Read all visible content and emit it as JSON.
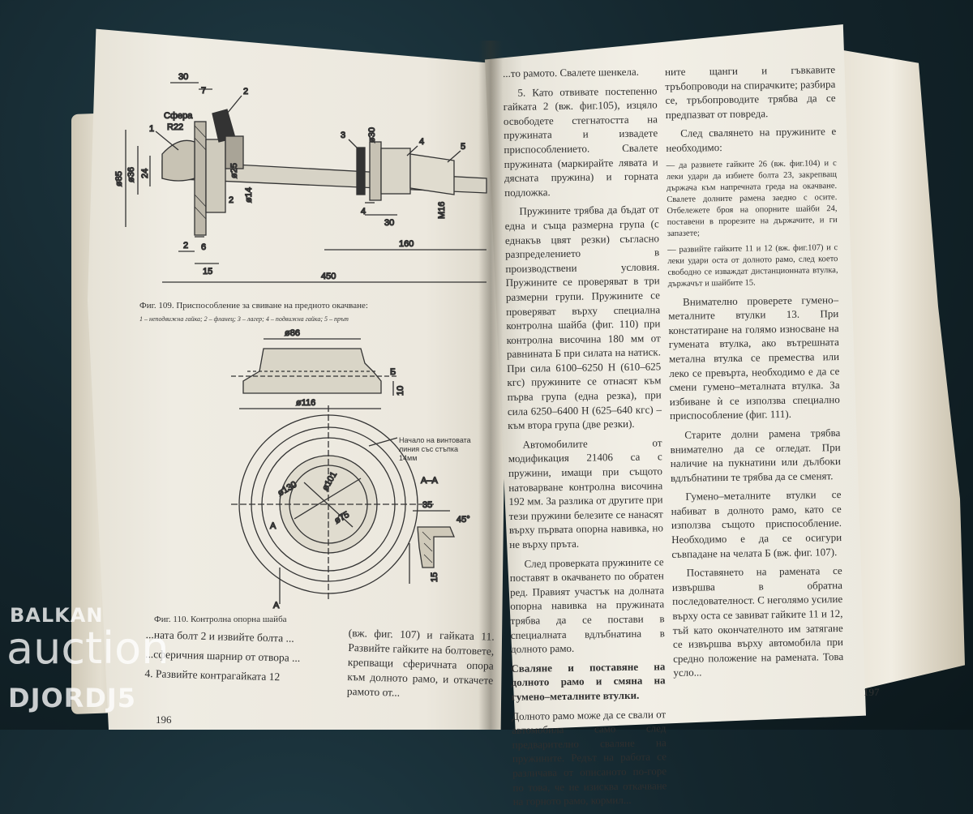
{
  "fig109": {
    "dims": {
      "d30": "30",
      "d7": "7",
      "sphere": "Сфера",
      "r22": "R22",
      "d85": "ø85",
      "d36": "ø36",
      "d24": "24",
      "d25": "ø25",
      "d14": "ø14",
      "d2a": "2",
      "d2b": "2",
      "d6": "6",
      "d15": "15",
      "d30b": "ø30",
      "d4": "4",
      "d30c": "30",
      "m16": "M16",
      "d160": "160",
      "d450": "450"
    },
    "labels": [
      "1",
      "2",
      "3",
      "4",
      "5"
    ],
    "caption": "Фиг. 109. Приспособление за свиване на предното окачване:",
    "legend": "1 – неподвижна гайка; 2 – фланец; 3 – лагер; 4 – подвижна гайка; 5 – прът"
  },
  "fig110": {
    "dims": {
      "d86": "ø86",
      "b": "Б",
      "d10": "10",
      "d116": "ø116",
      "d101": "ø101",
      "d130": "ø130",
      "d75": "ø75",
      "a": "А",
      "a2": "А",
      "aa": "А–А",
      "d35": "35",
      "deg45": "45°",
      "d15": "15",
      "note": "Начало на винтовата линия със стъпка 14мм"
    },
    "caption": "Фиг. 110. Контролна опорна шайба"
  },
  "left_bottom": {
    "col1": [
      "...ната болт 2 и извийте болта ...",
      "...сферичния шарнир от отвора ...",
      "4. Развийте контрагайката 12"
    ],
    "col2": "(вж. фиг. 107) и гайката 11. Развийте гайките на болтовете, крепващи сферичната опора към долното рамо, и откачете рамото от..."
  },
  "middle_col": {
    "p1": "...то рамото. Свалете шенкела.",
    "p2": "5. Като отвивате постепенно гайката 2 (вж. фиг.105), изцяло освободете стегнатостта на пружината и извадете приспособлението. Свалете пружината (маркирайте лявата и дясната пружина) и горната подложка.",
    "p3": "Пружините трябва да бъдат от една и съща размерна група (с еднакъв цвят резки) съгласно разпределението в производствени условия. Пружините се проверяват в три размерни групи. Пружините се проверяват върху специална контролна шайба (фиг. 110) при контролна височина 180 мм от равнината Б при силата на натиск. При сила 6100–6250 Н (610–625 кгс) пружините се отнасят към първа група (една резка), при сила 6250–6400 Н (625–640 кгс) – към втора група (две резки).",
    "p4": "Автомобилите от модификация 21406 са с пружини, имащи при същото натоварване контролна височина 192 мм. За разлика от другите при тези пружини белезите се нанасят върху първата опорна навивка, но не върху пръта.",
    "p5": "След проверката пружините се поставят в окачването по обратен ред. Правият участък на долната опорна навивка на пружината трябва да се постави в специалната вдлъбнатина в долното рамо.",
    "h1": "Сваляне и поставяне на долното рамо и смяна на гумено–металните втулки.",
    "p6": "Долното рамо може да се свали от автомобила само след предварително сваляне на пружините. Редът на работа се различава от описаното по-горе по това, че не изисква откачване на горното рамо, кормил..."
  },
  "right_col": {
    "p1": "ните щанги и гъвкавите тръбопроводи на спирачките; разбира се, тръбопроводите трябва да се предпазват от повреда.",
    "p2": "След свалянето на пружините е необходимо:",
    "s1": "— да развиете гайките 26 (вж. фиг.104) и с леки удари да избиете болта 23, закрепващ държача към напречната греда на окачване. Свалете долните рамена заедно с осите. Отбележете броя на опорните шайби 24, поставени в прорезите на държачите, и ги запазете;",
    "s2": "— развийте гайките 11 и 12 (вж. фиг.107) и с леки удари оста от долното рамо, след което свободно се изваждат дистанционната втулка, държачът и шайбите 15.",
    "p3": "Внимателно проверете гумено–металните втулки 13. При констатиране на голямо износване на гумената втулка, ако вътрешната метална втулка се премества или леко се превърта, необходимо е да се смени гумено–металната втулка. За избиване ѝ се използва специално приспособление (фиг. 111).",
    "p4": "Старите долни рамена трябва внимателно да се огледат. При наличие на пукнатини или дълбоки вдлъбнатини те трябва да се сменят.",
    "p5": "Гумено–металните втулки се набиват в долното рамо, като се използва същото приспособление. Необходимо е да се осигури съвпадане на челата Б (вж. фиг. 107).",
    "p6": "Поставянето на рамената се извършва в обратна последователност. С неголямо усилие върху оста се завиват гайките 11 и 12, тъй като окончателното им затягане се извършва върху автомобила при средно положение на рамената. Това усло..."
  },
  "page_left_num": "196",
  "page_right_num": "197",
  "watermark": {
    "line1": "BALKAN",
    "line2": "auction",
    "line3": "DJORDJ5"
  }
}
